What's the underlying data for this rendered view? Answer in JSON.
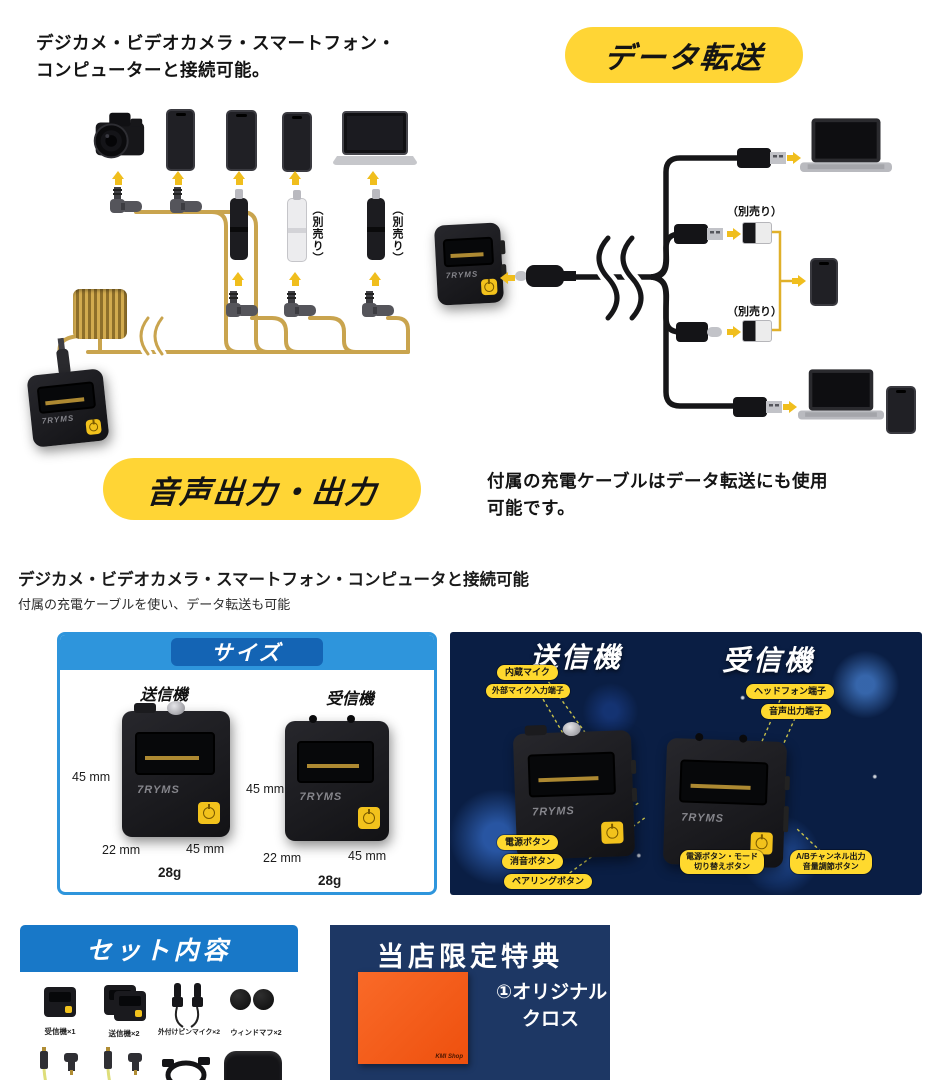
{
  "colors": {
    "badge_yellow": "#FFD535",
    "cable_gold": "#C9A44E",
    "size_bar_blue": "#2E95DC",
    "size_box_blue": "#1464B4",
    "set_header_blue": "#1878C8",
    "bonus_navy": "#1D3764",
    "features_navy": "#0A1E44",
    "bonus_orange": "#F25C1A"
  },
  "top_caption": {
    "line1": "デジカメ・ビデオカメラ・スマートフォン・",
    "line2": "コンピューターと接続可能。"
  },
  "badges": {
    "data_transfer": "データ転送",
    "audio_output": "音声出力・出力"
  },
  "left_diagram": {
    "optional1": "（別売り）",
    "optional2": "（別売り）"
  },
  "right_diagram": {
    "optional1": "（別売り）",
    "optional2": "（別売り）"
  },
  "right_caption": {
    "line1": "付属の充電ケーブルはデータ転送にも使用",
    "line2": "可能です。"
  },
  "mid_text": {
    "heading": "デジカメ・ビデオカメラ・スマートフォン・コンピュータと接続可能",
    "subheading": "付属の充電ケーブルを使い、データ転送も可能"
  },
  "size_panel": {
    "title": "サイズ",
    "tx_label": "送信機",
    "rx_label": "受信機",
    "brand": "7RYMS",
    "tx": {
      "height": "45 mm",
      "depth": "22 mm",
      "width": "45 mm",
      "weight": "28g"
    },
    "rx": {
      "height": "45 mm",
      "depth": "22 mm",
      "width": "45 mm",
      "weight": "28g"
    }
  },
  "features_panel": {
    "tx_title": "送信機",
    "rx_title": "受信機",
    "brand": "7RYMS",
    "callouts": {
      "builtin_mic": "内蔵マイク",
      "ext_mic_input": "外部マイク入力端子",
      "headphone_jack": "ヘッドフォン端子",
      "audio_output_jack": "音声出力端子",
      "power_button": "電源ボタン",
      "mute_button": "消音ボタン",
      "pairing_button": "ペアリングボタン",
      "power_mode_button": "電源ボタン・モード\n切り替えボタン",
      "ab_volume_button": "A/Bチャンネル出力\n音量調節ボタン"
    }
  },
  "set_panel": {
    "title": "セット内容",
    "items": [
      {
        "label": "受信機×1"
      },
      {
        "label": "送信機×2"
      },
      {
        "label": "外付けピンマイク×2"
      },
      {
        "label": "ウィンドマフ×2"
      }
    ]
  },
  "bonus_panel": {
    "title": "当店限定特典",
    "item1_line1": "①オリジナル",
    "item1_line2": "クロス",
    "cloth_brand": "KMI Shop"
  }
}
